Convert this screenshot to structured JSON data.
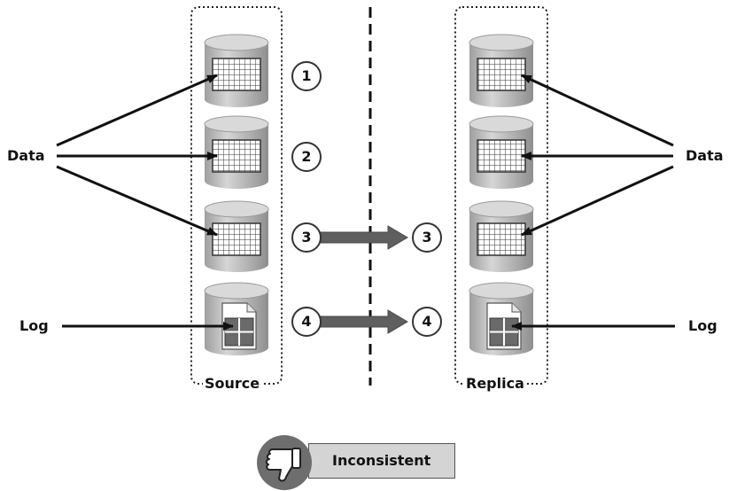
{
  "source_label": "Source",
  "replica_label": "Replica",
  "left_inputs": {
    "data": "Data",
    "log": "Log"
  },
  "right_inputs": {
    "data": "Data",
    "log": "Log"
  },
  "source_steps": [
    "1",
    "2",
    "3",
    "4"
  ],
  "replica_steps": [
    "3",
    "4"
  ],
  "status": {
    "text": "Inconsistent",
    "icon": "thumbs-down-icon"
  },
  "colors": {
    "cylinder_body": "#bdbdbd",
    "cylinder_top": "#d9d9d9",
    "transfer_arrow": "#5f5f5f",
    "status_background": "#d4d4d4",
    "status_icon_circle": "#6e6e6e"
  }
}
